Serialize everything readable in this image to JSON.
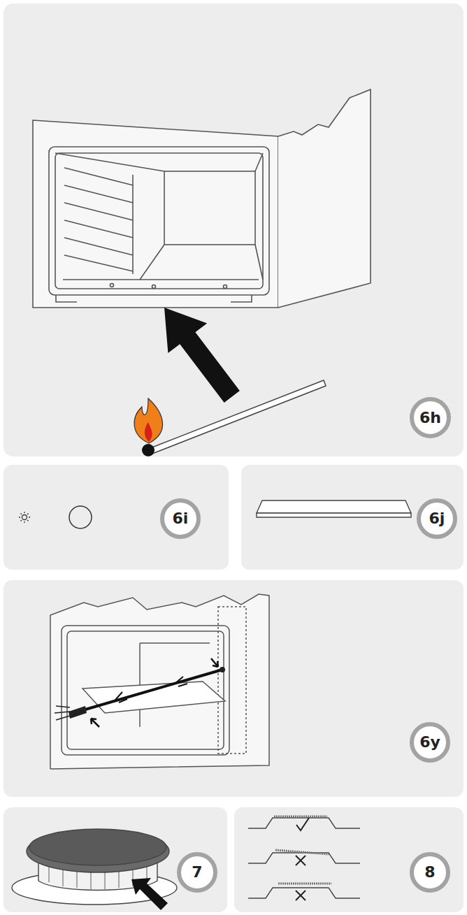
{
  "diagram": {
    "nodes": [
      {
        "text": [
          "6h"
        ]
      },
      {
        "text": [
          "6i"
        ]
      },
      {
        "text": [
          "6j"
        ]
      },
      {
        "text": [
          "6y"
        ]
      },
      {
        "text": [
          "7"
        ]
      },
      {
        "text": [
          "8"
        ]
      }
    ]
  }
}
